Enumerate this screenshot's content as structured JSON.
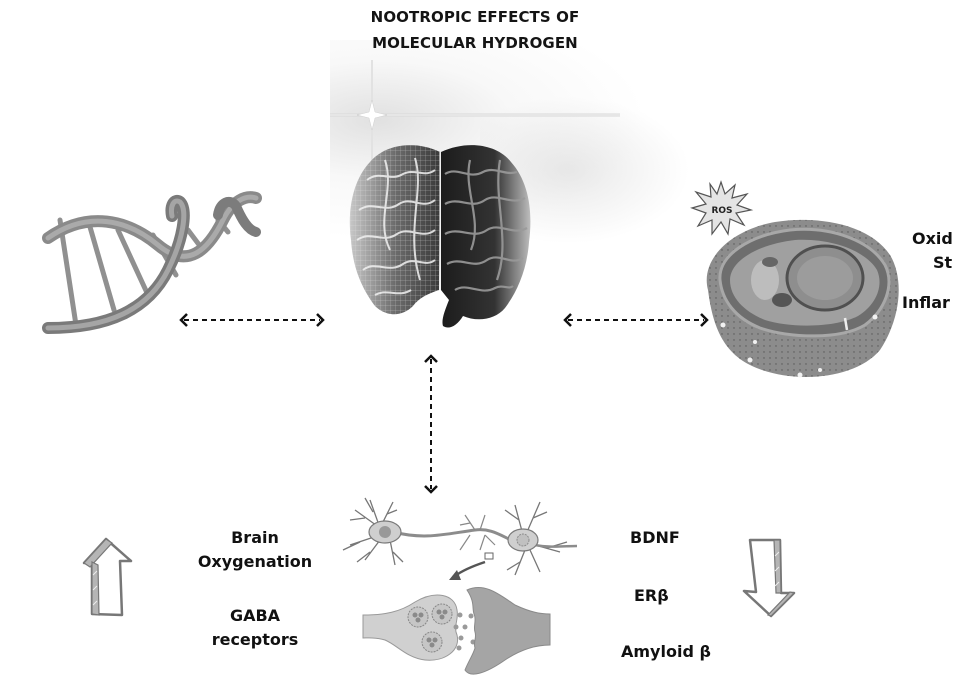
{
  "title": {
    "line1": "NOOTROPIC EFFECTS OF",
    "line2": "MOLECULAR HYDROGEN"
  },
  "illustrations": {
    "brain": "brain",
    "dna": "dna-helix",
    "cell": "cell",
    "neuron": "neurons-and-synapse"
  },
  "cell_badge": {
    "text": "ROS"
  },
  "right_labels": {
    "line1": "Oxid",
    "line2": "St",
    "line3": "Inflar"
  },
  "increase_labels": {
    "item1_line1": "Brain",
    "item1_line2": "Oxygenation",
    "item2_line1": "GABA",
    "item2_line2": "receptors"
  },
  "decrease_labels": {
    "item1": "BDNF",
    "item2": "ERβ",
    "item3": "Amyloid β"
  },
  "arrows": {
    "increase": "up-arrow",
    "decrease": "down-arrow"
  },
  "colors": {
    "text": "#111111",
    "illustration_gray": "#8a8a8a",
    "synapse_light": "#d0d0d0",
    "synapse_dark": "#9a9a9a"
  }
}
